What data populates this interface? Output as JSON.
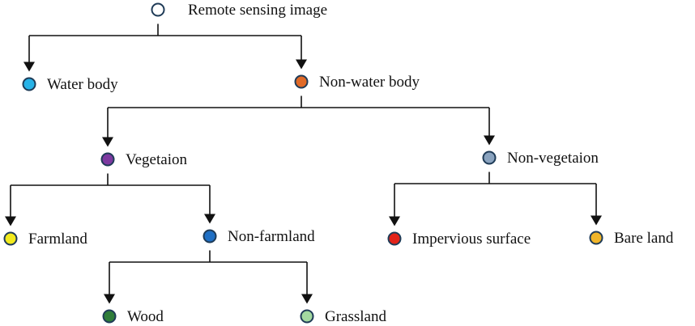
{
  "diagram": {
    "type": "classification-tree",
    "nodes": [
      {
        "id": "root",
        "label": "Remote sensing image",
        "color": "#ffffff",
        "icon": "hollow-circle"
      },
      {
        "id": "water",
        "label": "Water body",
        "color": "#27b3e8",
        "parent": "root"
      },
      {
        "id": "nonwater",
        "label": "Non-water body",
        "color": "#e06a28",
        "parent": "root"
      },
      {
        "id": "veg",
        "label": "Vegetaion",
        "color": "#7d3aa0",
        "parent": "nonwater"
      },
      {
        "id": "nonveg",
        "label": "Non-vegetaion",
        "color": "#8aa3bf",
        "parent": "nonwater"
      },
      {
        "id": "farmland",
        "label": "Farmland",
        "color": "#f2ea1e",
        "parent": "veg"
      },
      {
        "id": "nonfarm",
        "label": "Non-farmland",
        "color": "#1f6fc4",
        "parent": "veg"
      },
      {
        "id": "impervious",
        "label": "Impervious surface",
        "color": "#e2231a",
        "parent": "nonveg"
      },
      {
        "id": "bare",
        "label": "Bare land",
        "color": "#f0b52a",
        "parent": "nonveg"
      },
      {
        "id": "wood",
        "label": "Wood",
        "color": "#2f7d3a",
        "parent": "nonfarm"
      },
      {
        "id": "grass",
        "label": "Grassland",
        "color": "#a3d9a0",
        "parent": "nonfarm"
      }
    ]
  }
}
